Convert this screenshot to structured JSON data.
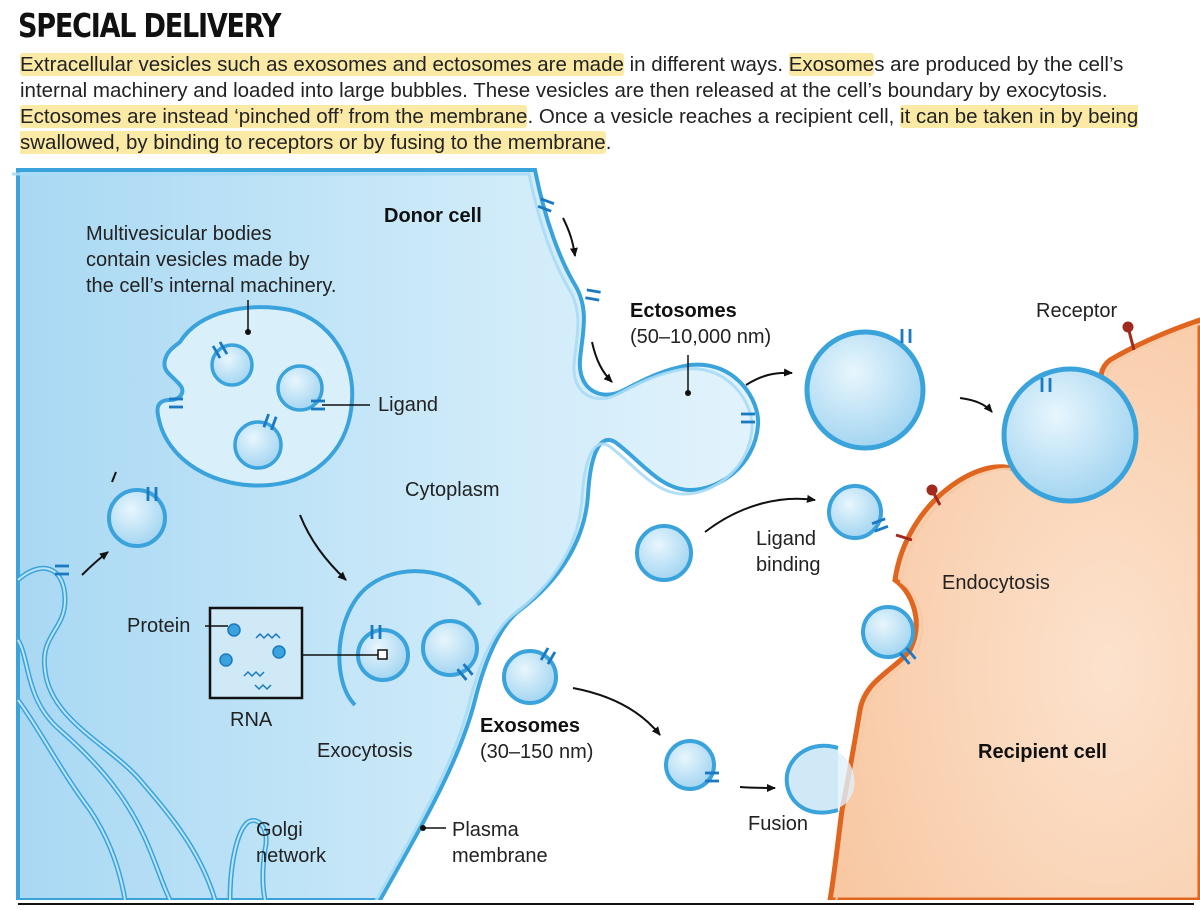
{
  "title": "SPECIAL DELIVERY",
  "intro": {
    "h1": "Extracellular vesicles such as exosomes and ectosomes are made",
    "t1": " in different ways. ",
    "h2": "Exosome",
    "t2": "s are produced by the cell’s internal machinery and loaded into large bubbles. These vesicles are then released at the cell’s boundary by exocytosis. ",
    "h3": "Ectosomes are instead ‘pinched off’ from the membrane",
    "t3": ". Once a vesicle reaches a recipient cell, ",
    "h4": "it can be taken in by being swallowed, by binding to receptors or by fusing to the membrane",
    "t4": "."
  },
  "labels": {
    "donor_cell": "Donor cell",
    "mvb_line1": "Multivesicular bodies",
    "mvb_line2": "contain vesicles made by",
    "mvb_line3": "the cell’s internal machinery.",
    "ligand": "Ligand",
    "cytoplasm": "Cytoplasm",
    "protein": "Protein",
    "rna": "RNA",
    "exocytosis": "Exocytosis",
    "golgi_line1": "Golgi",
    "golgi_line2": "network",
    "plasma_line1": "Plasma",
    "plasma_line2": "membrane",
    "ectosomes": "Ectosomes",
    "ectosomes_size": "(50–10,000 nm)",
    "exosomes": "Exosomes",
    "exosomes_size": "(30–150 nm)",
    "receptor": "Receptor",
    "ligand_binding_line1": "Ligand",
    "ligand_binding_line2": "binding",
    "endocytosis": "Endocytosis",
    "recipient_cell": "Recipient cell",
    "fusion": "Fusion"
  },
  "colors": {
    "highlight": "#fbe9a6",
    "donor_fill": "#cde9f8",
    "membrane": "#3aa3dc",
    "vesicle_fill": "#bfe2f6",
    "recipient_fill": "#fbd8bd",
    "recipient_membrane": "#e0651f",
    "ligand": "#1b78c2",
    "receptor": "#a02a1e"
  }
}
